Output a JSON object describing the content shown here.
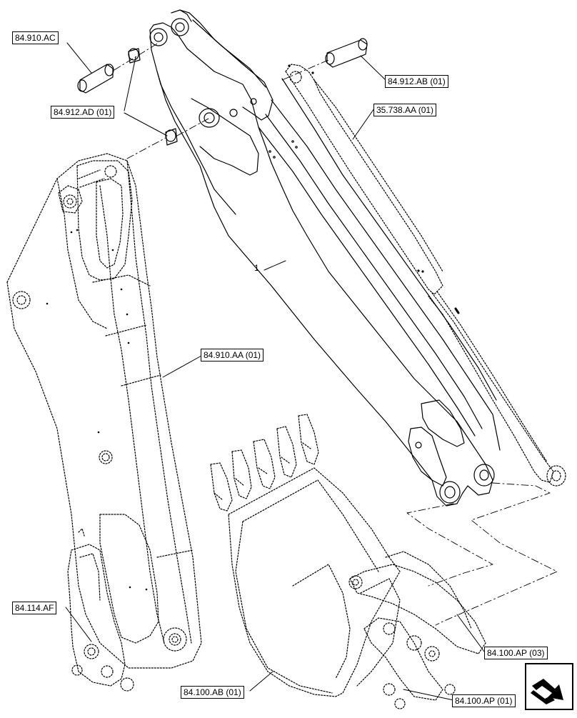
{
  "diagram": {
    "callouts": {
      "c1": "84.910.AC",
      "c2": "84.912.AD (01)",
      "c3": "84.912.AB (01)",
      "c4": "35.738.AA (01)",
      "c5": "84.910.AA (01)",
      "c6": "84.114.AF",
      "c7": "84.100.AP (03)",
      "c8": "84.100.AB (01)",
      "c9": "84.100.AP (01)"
    },
    "part_number": "1",
    "nav_icon": "next-page-arrow-icon"
  }
}
